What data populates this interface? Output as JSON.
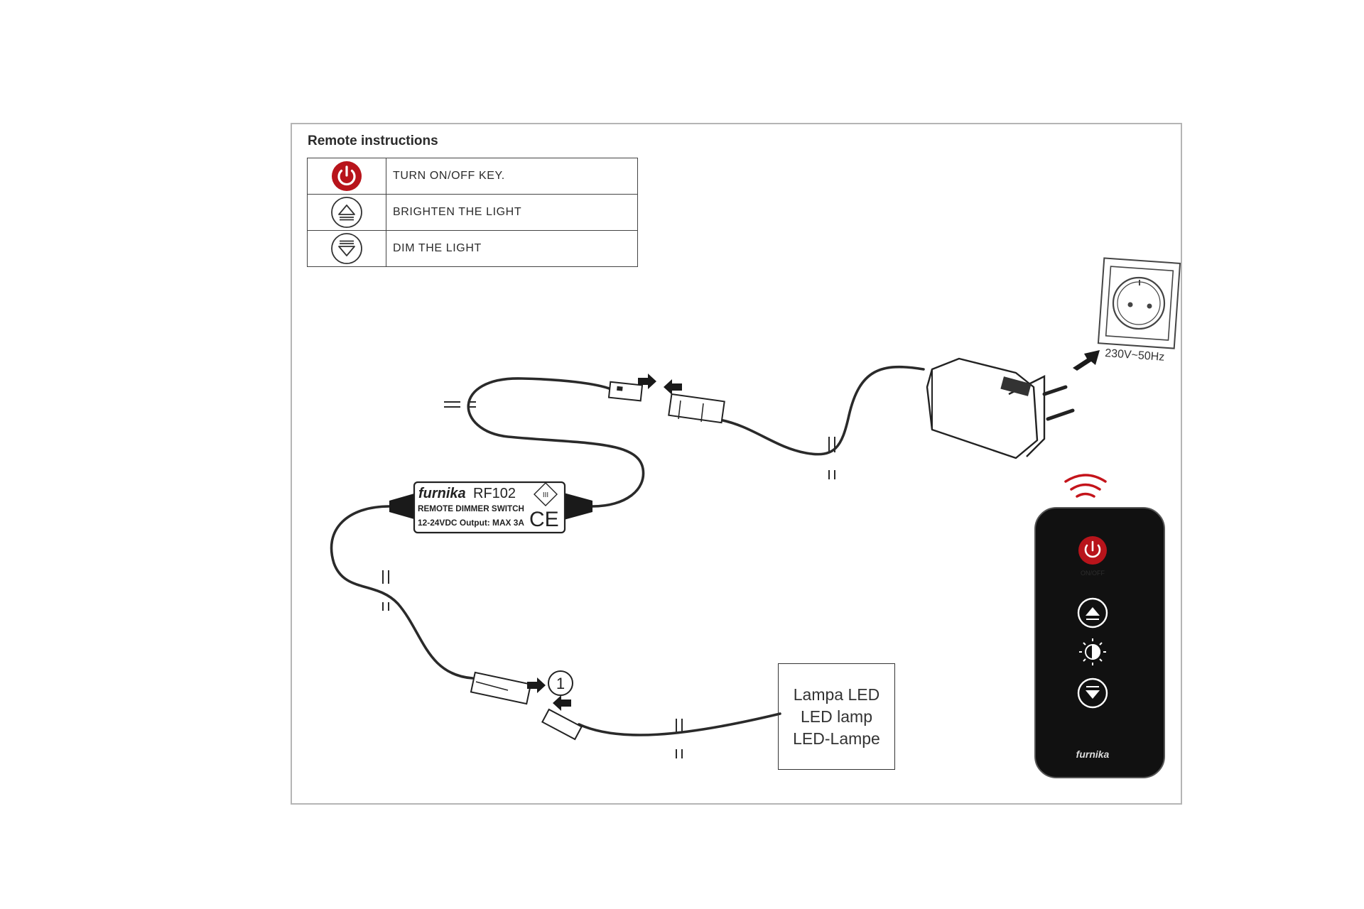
{
  "title": "Remote instructions",
  "legend": [
    {
      "icon": "power-icon",
      "text": "TURN ON/OFF KEY."
    },
    {
      "icon": "brighten-icon",
      "text": "BRIGHTEN THE LIGHT"
    },
    {
      "icon": "dim-icon",
      "text": "DIM THE LIGHT"
    }
  ],
  "socket": {
    "label": "230V~50Hz"
  },
  "dimmer": {
    "brand": "furnika",
    "model": "RF102",
    "class_mark": "III",
    "line1": "REMOTE DIMMER SWITCH",
    "line2": "12-24VDC Output: MAX 3A",
    "ce_mark": "CE"
  },
  "step_marker": "1",
  "lamp": {
    "line1": "Lampa LED",
    "line2": "LED lamp",
    "line3": "LED-Lampe"
  },
  "remote": {
    "power_label": "ON/OFF",
    "brand": "furnika"
  },
  "colors": {
    "accent_red": "#b8141b",
    "line": "#2a2a2a",
    "remote_body": "#111111"
  }
}
